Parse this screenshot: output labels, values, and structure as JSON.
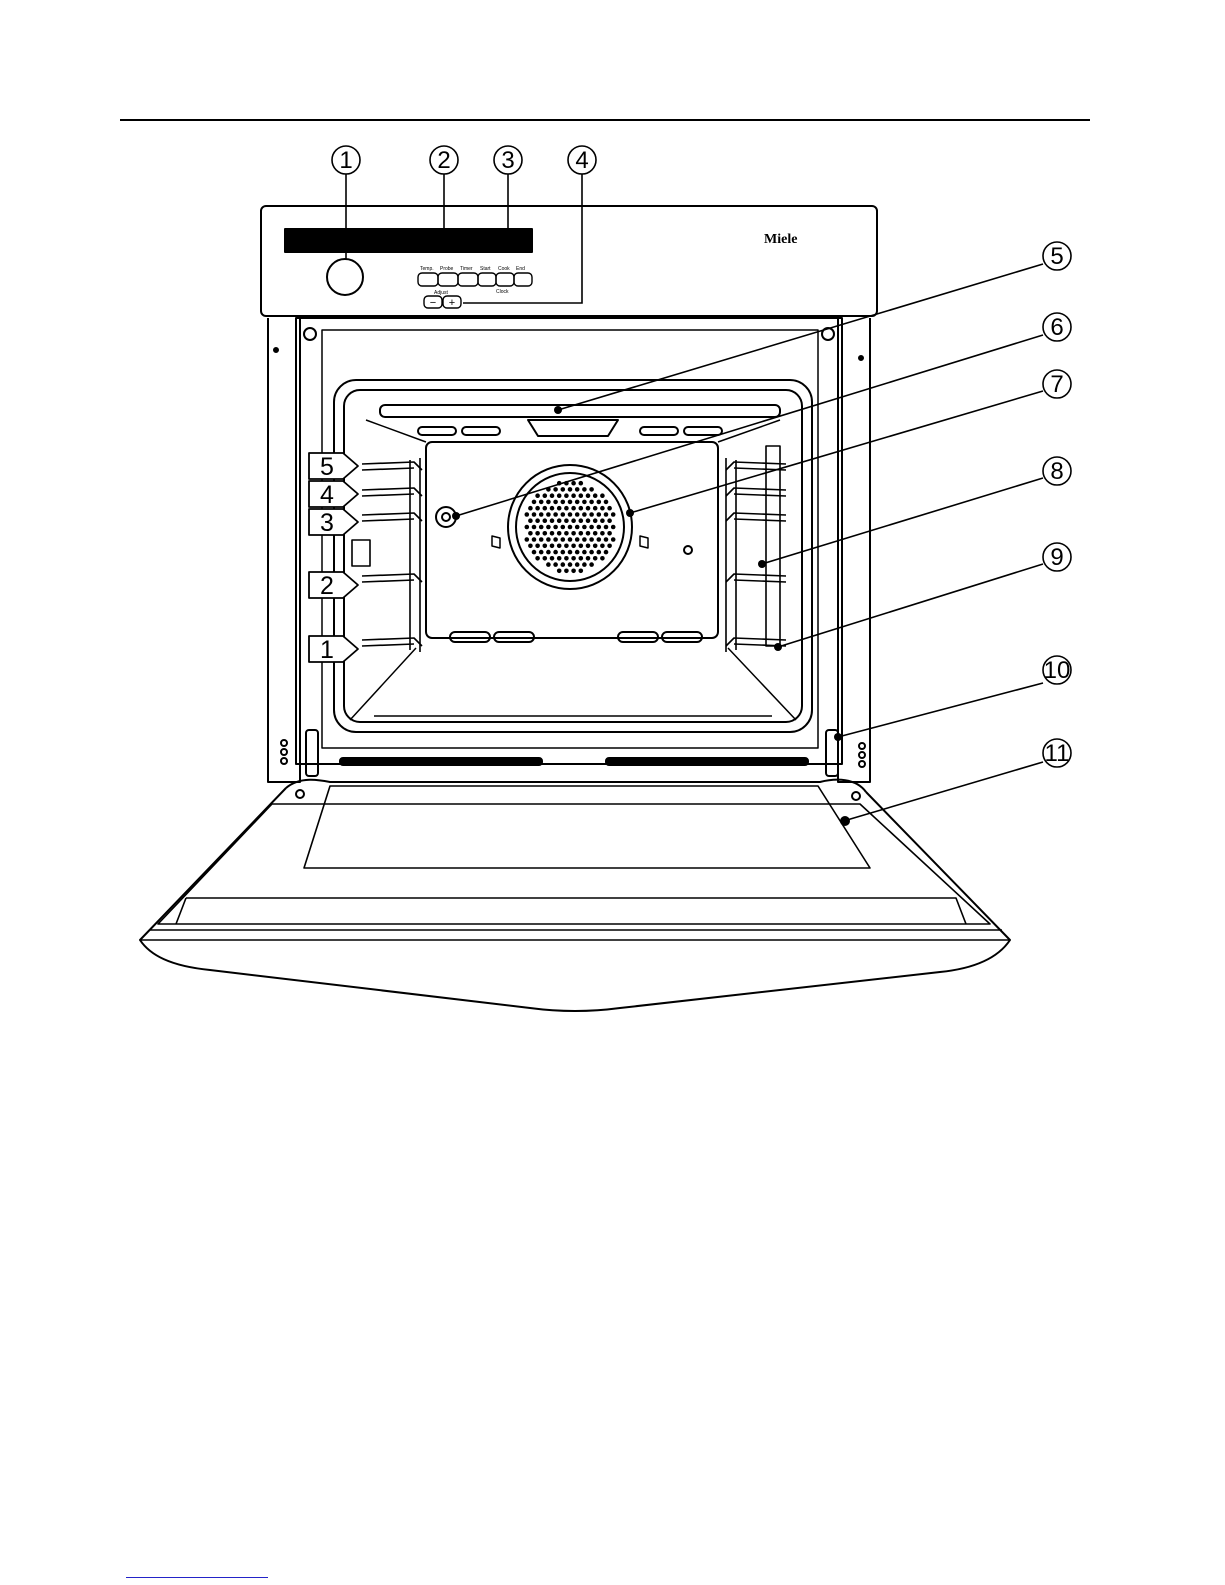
{
  "callouts": [
    "1",
    "2",
    "3",
    "4",
    "5",
    "6",
    "7",
    "8",
    "9",
    "10",
    "11"
  ],
  "shelf_levels": [
    "5",
    "4",
    "3",
    "2",
    "1"
  ],
  "control_panel": {
    "brand": "Miele",
    "buttons_left": [
      "Temp.",
      "Probe",
      "Timer"
    ],
    "buttons_right": [
      "Start",
      "Cook",
      "End"
    ],
    "clock_label": "Clock",
    "adjust_label": "Adjust",
    "minus": "−",
    "plus": "+"
  },
  "colors": {
    "line": "#000000",
    "background": "#ffffff",
    "footer_link": "#2323c8"
  }
}
